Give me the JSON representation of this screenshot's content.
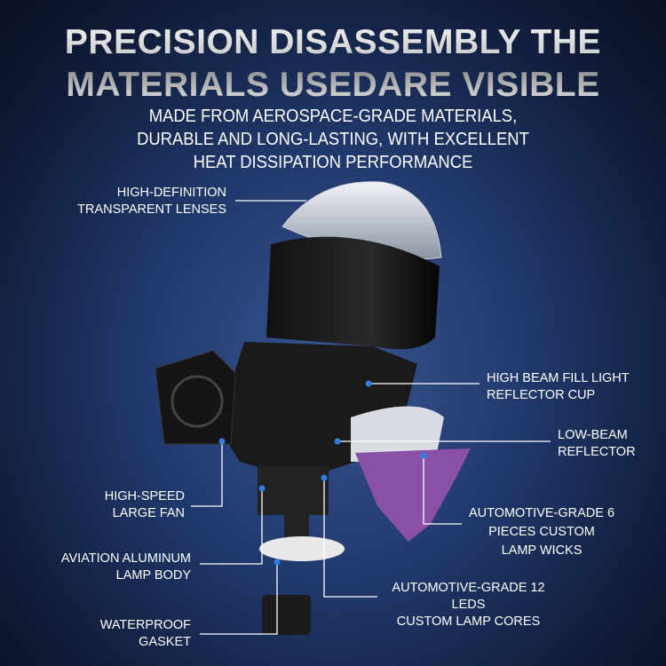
{
  "header": {
    "title_line1": "PRECISION DISASSEMBLY THE",
    "title_line2": "MATERIALS USEDARE VISIBLE",
    "subtitle_line1": "MADE FROM AEROSPACE-GRADE MATERIALS,",
    "subtitle_line2": "DURABLE AND LONG-LASTING, WITH EXCELLENT",
    "subtitle_line3": "HEAT DISSIPATION PERFORMANCE"
  },
  "labels": {
    "lenses": [
      "HIGH-DEFINITION",
      "TRANSPARENT LENSES"
    ],
    "high_beam": [
      "HIGH BEAM FILL LIGHT",
      "REFLECTOR CUP"
    ],
    "low_beam": [
      "LOW-BEAM",
      "REFLECTOR"
    ],
    "fan": [
      "HIGH-SPEED",
      "LARGE FAN"
    ],
    "wicks": [
      "AUTOMOTIVE-GRADE 6",
      "PIECES CUSTOM",
      "LAMP WICKS"
    ],
    "body": [
      "AVIATION ALUMINUM",
      "LAMP BODY"
    ],
    "leds": [
      "AUTOMOTIVE-GRADE 12 LEDS",
      "CUSTOM LAMP CORES"
    ],
    "gasket": [
      "WATERPROOF",
      "GASKET"
    ]
  },
  "colors": {
    "dot": "#2f7fe0",
    "reflector": "#8a4fa6"
  }
}
